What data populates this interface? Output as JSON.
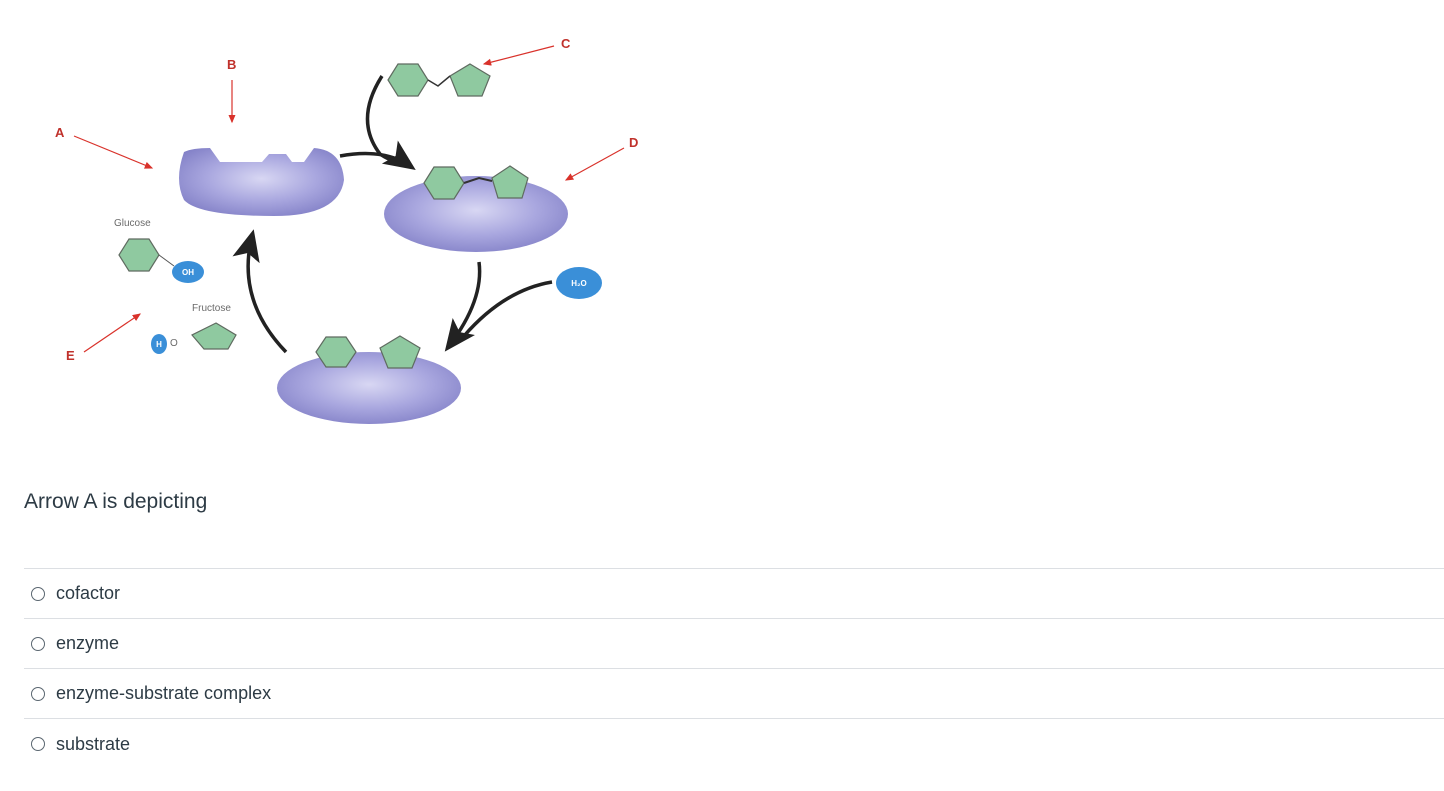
{
  "figure": {
    "arrow_labels": {
      "a": "A",
      "b": "B",
      "c": "C",
      "d": "D",
      "e": "E"
    },
    "molecule_labels": {
      "glucose": "Glucose",
      "fructose": "Fructose",
      "oh": "OH",
      "h": "H",
      "o": "O",
      "water": "H₂O"
    },
    "colors": {
      "enzyme": "#a7a6de",
      "sugar": "#8fc9a0",
      "label_arrow": "#d9322b",
      "cycle_arrow": "#222222",
      "water_bubble": "#3a8fd8"
    }
  },
  "question": {
    "text": "Arrow A is depicting",
    "options": [
      {
        "label": "cofactor",
        "selected": false
      },
      {
        "label": "enzyme",
        "selected": false
      },
      {
        "label": "enzyme-substrate complex",
        "selected": false
      },
      {
        "label": "substrate",
        "selected": false
      }
    ]
  }
}
